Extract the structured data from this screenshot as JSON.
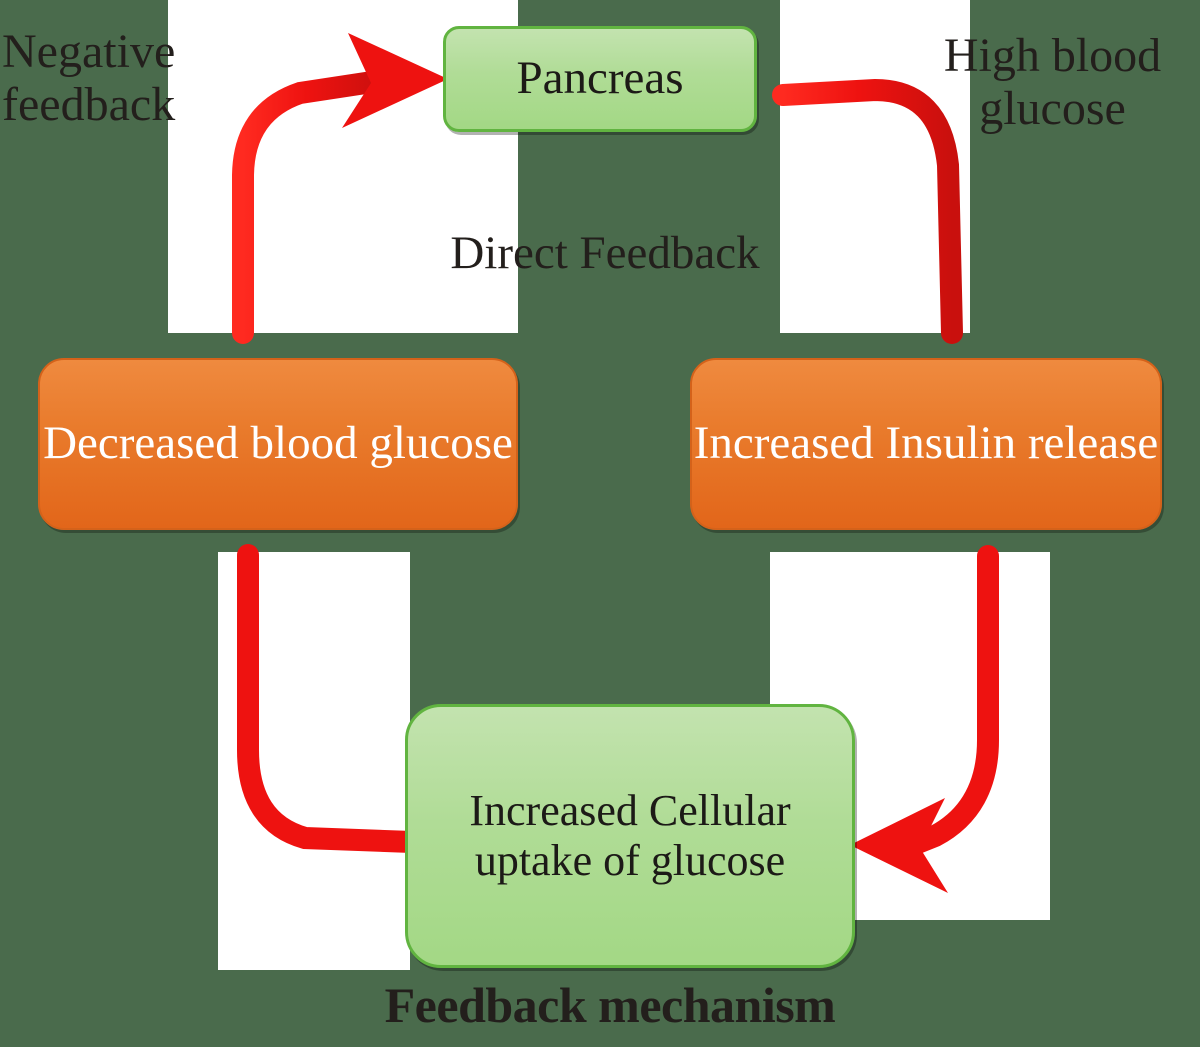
{
  "diagram": {
    "title": "Feedback mechanism",
    "background_color": "#4a6b4c",
    "arrow_color": "#ee1b16",
    "green_node_color": "#b0dc96",
    "green_node_border": "#61b440",
    "orange_node_color": "#e97b2c",
    "orange_node_border": "#d4621a",
    "text_dark": "#231f1c",
    "text_light": "#ffffff"
  },
  "labels": {
    "negative_feedback": "Negative feedback",
    "high_blood_glucose": "High blood glucose",
    "direct_feedback": "Direct Feedback",
    "feedback_mechanism": "Feedback mechanism"
  },
  "nodes": [
    {
      "id": "pancreas",
      "label": "Pancreas",
      "style": "green"
    },
    {
      "id": "insulin",
      "label": "Increased Insulin release",
      "style": "orange"
    },
    {
      "id": "uptake",
      "label": "Increased Cellular uptake of glucose",
      "style": "green"
    },
    {
      "id": "decreased",
      "label": "Decreased blood glucose",
      "style": "orange"
    }
  ],
  "arrows": [
    {
      "id": "high-glucose-to-pancreas",
      "from": "High blood glucose",
      "to": "Pancreas",
      "has_head": true
    },
    {
      "id": "pancreas-to-insulin",
      "from": "Pancreas",
      "to": "Increased Insulin release",
      "has_head": false
    },
    {
      "id": "insulin-to-uptake",
      "from": "Increased Insulin release",
      "to": "Increased Cellular uptake of glucose",
      "has_head": true
    },
    {
      "id": "decreased-to-loop",
      "from": "Decreased blood glucose",
      "to": "Increased Cellular uptake of glucose",
      "has_head": false
    }
  ]
}
